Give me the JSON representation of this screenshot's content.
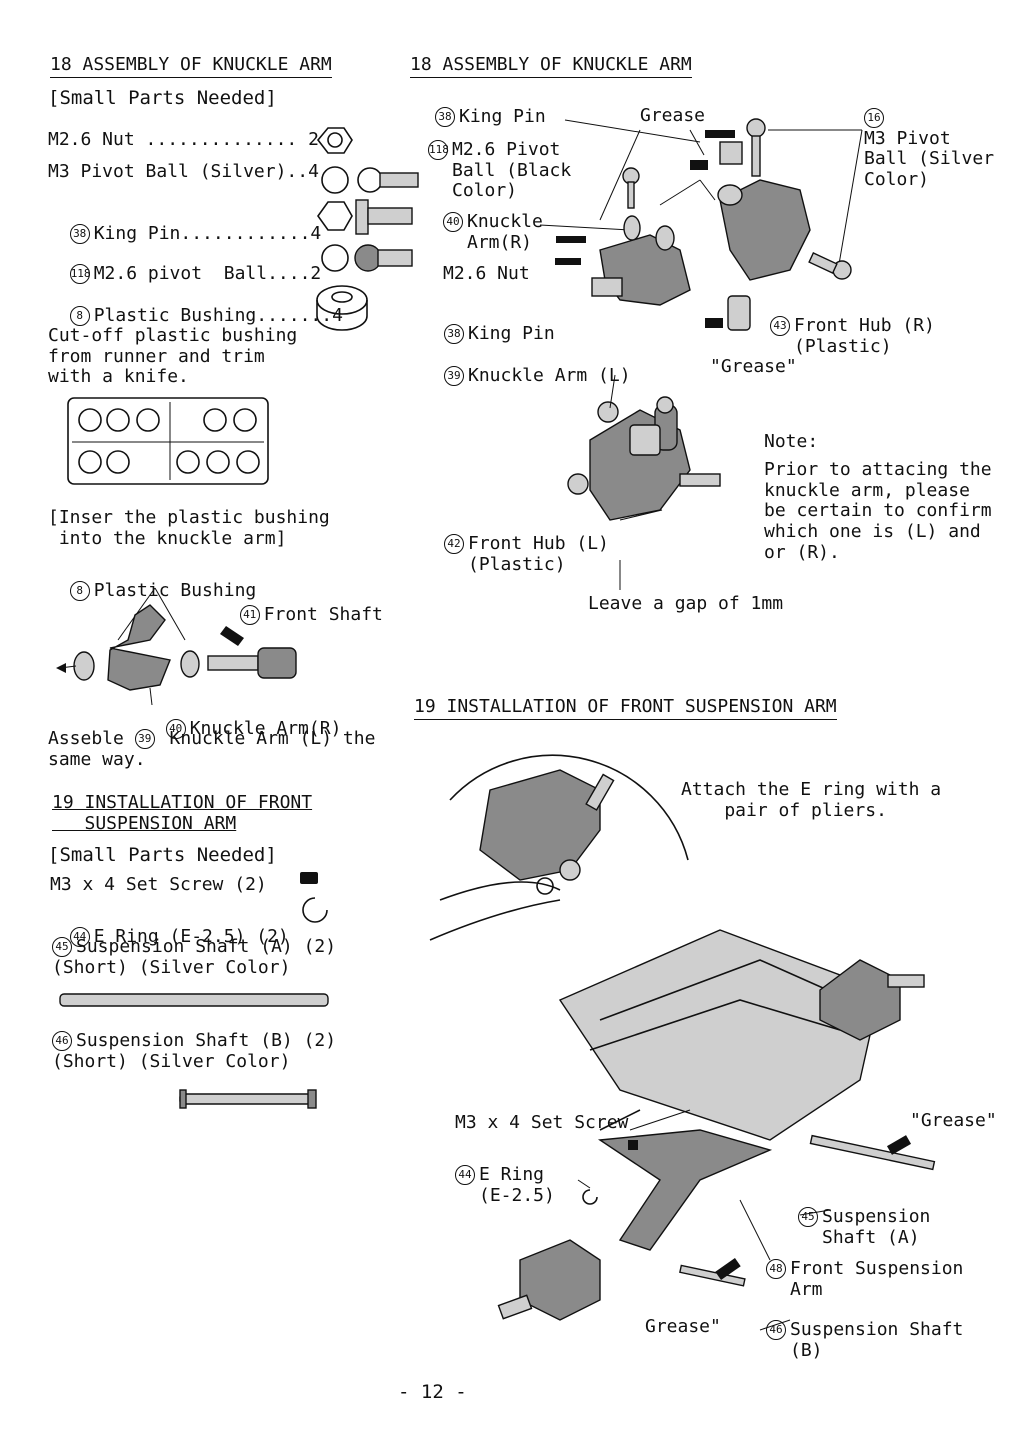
{
  "left": {
    "heading18": "18 ASSEMBLY OF KNUCKLE ARM",
    "small_parts": "[Small Parts Needed]",
    "parts": [
      {
        "num": "",
        "text": "M2.6 Nut .............. 2"
      },
      {
        "num": "",
        "text": "M3 Pivot Ball (Silver)..4"
      },
      {
        "num": "38",
        "text": "King Pin............4"
      },
      {
        "num": "118",
        "text": "M2.6 pivot  Ball....2"
      },
      {
        "num": "8",
        "text": "Plastic Bushing.......4"
      }
    ],
    "cutoff_note": "Cut-off plastic bushing\nfrom runner and trim\nwith a knife.",
    "insert_note": "[Inser the plastic bushing\n into the knuckle arm]",
    "bushing_label": {
      "num": "8",
      "text": "Plastic Bushing"
    },
    "front_shaft_label": {
      "num": "41",
      "text": "Front Shaft"
    },
    "knuckle_r_label": {
      "num": "40",
      "text": "Knuckle Arm(R)"
    },
    "assemble_note": "Asseble ",
    "assemble_num": "39",
    "assemble_note2": " Knuckle Arm (L) the\nsame way.",
    "heading19": "19 INSTALLATION OF FRONT\n   SUSPENSION ARM",
    "small_parts19": "[Small Parts Needed]",
    "parts19": [
      {
        "num": "",
        "text": "M3 x 4 Set Screw (2)"
      },
      {
        "num": "44",
        "text": "E Ring (E-2.5) (2)"
      },
      {
        "num": "45",
        "text": "Suspension Shaft (A) (2)\n(Short) (Silver Color)"
      },
      {
        "num": "46",
        "text": "Suspension Shaft (B) (2)\n(Short) (Silver Color)"
      }
    ]
  },
  "right": {
    "heading18": "18 ASSEMBLY OF KNUCKLE ARM",
    "labels": {
      "king_pin": {
        "num": "38",
        "text": "King Pin"
      },
      "grease": "Grease",
      "pivot_ball_black": {
        "num": "118",
        "text": "M2.6 Pivot\nBall (Black\nColor)"
      },
      "knuckle_arm_r": {
        "num": "40",
        "text": "Knuckle\nArm(R)"
      },
      "m26_nut": "M2.6 Nut",
      "m3_pivot_ball": {
        "num": "16",
        "text": "M3 Pivot\nBall (Silver\nColor)"
      },
      "front_hub_r": {
        "num": "43",
        "text": "Front Hub (R)\n(Plastic)"
      },
      "grease_q": "\"Grease\"",
      "king_pin2": {
        "num": "38",
        "text": "King Pin"
      },
      "knuckle_arm_l": {
        "num": "39",
        "text": "Knuckle Arm (L)"
      },
      "front_hub_l": {
        "num": "42",
        "text": "Front Hub (L)\n(Plastic)"
      },
      "gap": "Leave a gap of 1mm"
    },
    "note_title": "Note:",
    "note_body": "Prior to attacing the\nknuckle arm, please\nbe certain to confirm\nwhich one is (L) and\nor (R).",
    "heading19": "19 INSTALLATION OF FRONT SUSPENSION ARM",
    "attach_note": "Attach the E ring with a\n    pair of pliers.",
    "set_screw": "M3 x 4 Set Screw",
    "grease_right": "\"Grease\"",
    "e_ring": {
      "num": "44",
      "text": "E Ring\n(E-2.5)"
    },
    "susp_shaft_a": {
      "num": "45",
      "text": "Suspension\nShaft (A)"
    },
    "front_susp_arm": {
      "num": "48",
      "text": "Front Suspension\nArm"
    },
    "grease_bottom": "Grease\"",
    "susp_shaft_b": {
      "num": "46",
      "text": "Suspension Shaft\n(B)"
    }
  },
  "page_number": "- 12 -"
}
